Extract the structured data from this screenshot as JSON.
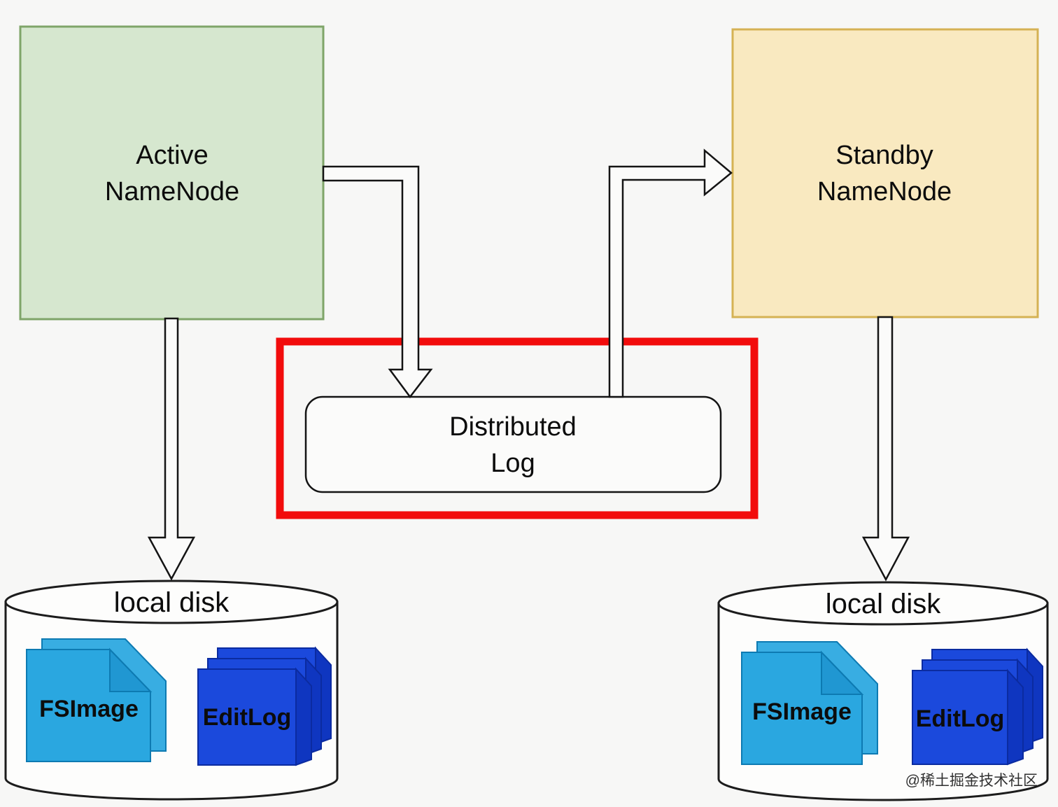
{
  "canvas": {
    "background": "#f7f7f6"
  },
  "nodes": {
    "active": {
      "line1": "Active",
      "line2": "NameNode",
      "fill": "#d6e7cf",
      "stroke": "#7fa569"
    },
    "standby": {
      "line1": "Standby",
      "line2": "NameNode",
      "fill": "#f9e9c0",
      "stroke": "#d5b254"
    },
    "distributed_log": {
      "line1": "Distributed",
      "line2": "Log",
      "fill": "#fbfbfa",
      "stroke": "#141414"
    },
    "disk_left": {
      "label": "local disk"
    },
    "disk_right": {
      "label": "local disk"
    }
  },
  "documents": {
    "fsimage_left": {
      "label": "FSImage"
    },
    "editlog_left": {
      "label": "EditLog"
    },
    "fsimage_right": {
      "label": "FSImage"
    },
    "editlog_right": {
      "label": "EditLog"
    },
    "fsimage_fill": "#2aa7e0",
    "fsimage_back_fill": "#38ade2",
    "fsimage_fold_fill": "#2097d2",
    "fsimage_stroke": "#0d7ab2",
    "editlog_fill": "#1b49dc",
    "editlog_flap_fill": "#0f36c0",
    "editlog_stroke": "#0b2ba0",
    "text_color": "#ffffff"
  },
  "highlight": {
    "stroke": "#f20c0c"
  },
  "arrows": {
    "fill": "#fbfbfa",
    "stroke": "#141414"
  },
  "cylinder": {
    "fill": "#fdfdfc",
    "stroke": "#1c1c1c"
  },
  "watermark": {
    "text": "@稀土掘金技术社区",
    "color": "#ababab"
  }
}
